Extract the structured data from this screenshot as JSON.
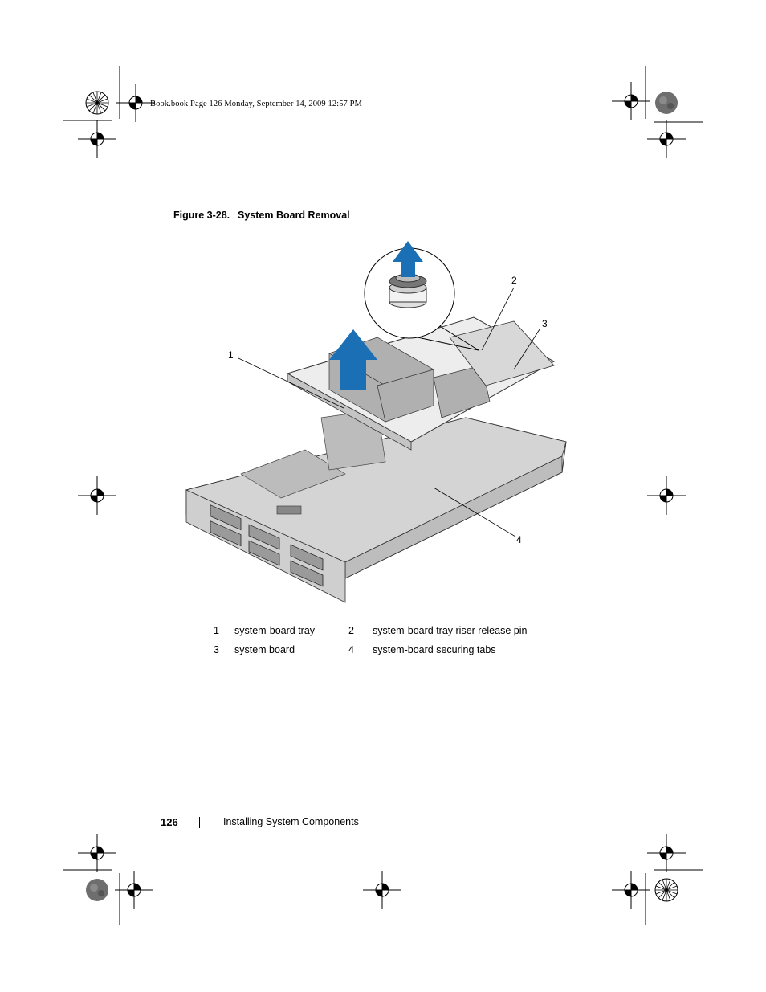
{
  "print_header": "Book.book  Page 126  Monday, September 14, 2009  12:57 PM",
  "figure": {
    "number": "Figure 3-28.",
    "title": "System Board Removal",
    "callouts": [
      "1",
      "2",
      "3",
      "4"
    ]
  },
  "legend": [
    {
      "num": "1",
      "label": "system-board tray",
      "num2": "2",
      "label2": "system-board tray riser release pin"
    },
    {
      "num": "3",
      "label": "system board",
      "num2": "4",
      "label2": "system-board securing tabs"
    }
  ],
  "footer": {
    "page_number": "126",
    "section": "Installing System Components"
  },
  "colors": {
    "arrow_blue": "#1a6fb5",
    "chassis_gray": "#c8c8c8",
    "board_gray": "#dcdcdc"
  }
}
